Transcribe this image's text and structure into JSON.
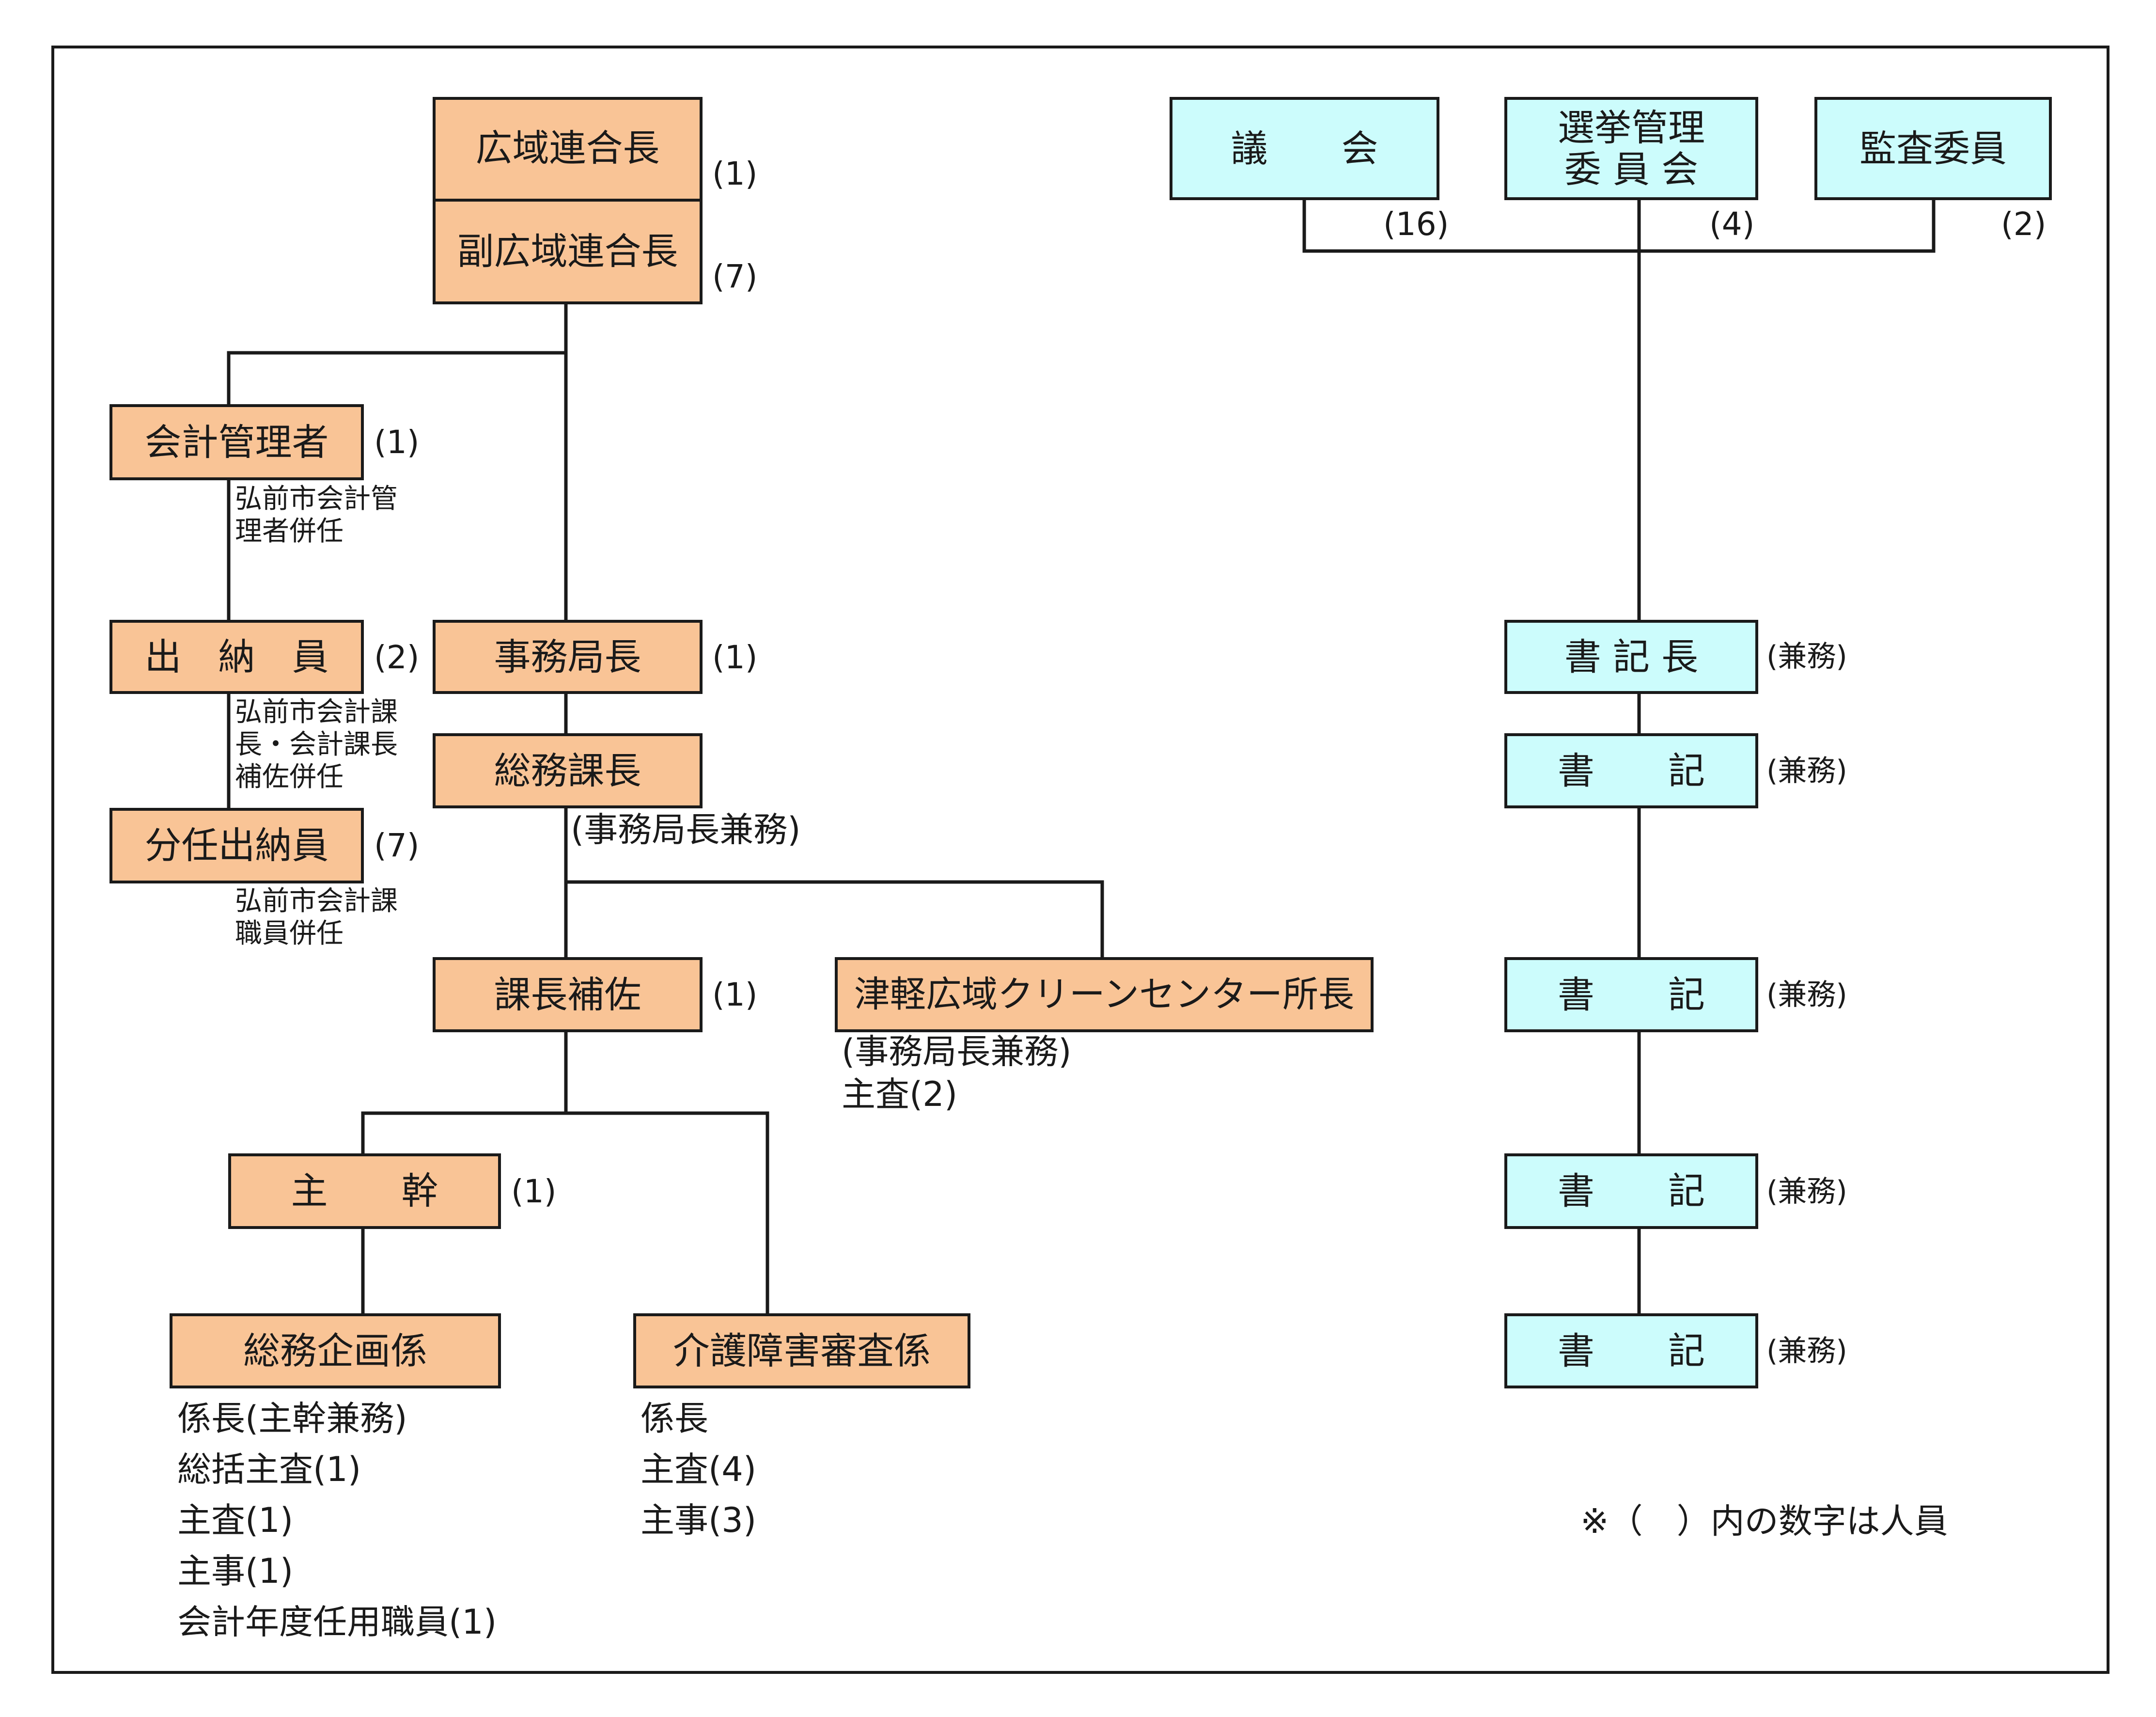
{
  "colors": {
    "executive_fill": "#f9c496",
    "committee_fill": "#ccfcfc",
    "line": "#1a1a1a"
  },
  "boxes": {
    "kouiki_chou": "広域連合長",
    "fuku_kouiki_chou": "副広域連合長",
    "kaikei_kanrisha": "会計管理者",
    "suitouin": "出　納　員",
    "bunnin_suitouin": "分任出納員",
    "jimukyokuchou": "事務局長",
    "soumu_kachou": "総務課長",
    "kachou_hosa": "課長補佐",
    "center_shochou": "津軽広域クリーンセンター所長",
    "shukan": "主　　幹",
    "soumu_kikaku": "総務企画係",
    "kaigo_shinsa": "介護障害審査係",
    "gikai": "議　　会",
    "senkyo_kanri": "選挙管理\n委 員 会",
    "kansa_iin": "監査委員",
    "shokichou": "書 記 長",
    "shoki_1": "書　　記",
    "shoki_2": "書　　記",
    "shoki_3": "書　　記",
    "shoki_4": "書　　記"
  },
  "counts": {
    "kouiki_chou": "(1)",
    "fuku_kouiki_chou": "(7)",
    "kaikei_kanrisha": "(1)",
    "suitouin": "(2)",
    "bunnin_suitouin": "(7)",
    "jimukyokuchou": "(1)",
    "kachou_hosa": "(1)",
    "shukan": "(1)",
    "gikai": "(16)",
    "senkyo_kanri": "(4)",
    "kansa_iin": "(2)"
  },
  "notes": {
    "kaikei_kanrisha": "弘前市会計管\n理者併任",
    "suitouin": "弘前市会計課\n長・会計課長\n補佐併任",
    "bunnin_suitouin": "弘前市会計課\n職員併任",
    "soumu_kachou": "(事務局長兼務)",
    "center_shochou": "(事務局長兼務)\n主査(2)",
    "soumu_kikaku": "係長(主幹兼務)\n総括主査(1)\n主査(1)\n主事(1)\n会計年度任用職員(1)",
    "kaigo_shinsa": "係長\n主査(4)\n主事(3)"
  },
  "kenmu": {
    "shokichou": "(兼務)",
    "shoki_1": "(兼務)",
    "shoki_2": "(兼務)",
    "shoki_3": "(兼務)",
    "shoki_4": "(兼務)"
  },
  "footnote": "※（　）内の数字は人員"
}
